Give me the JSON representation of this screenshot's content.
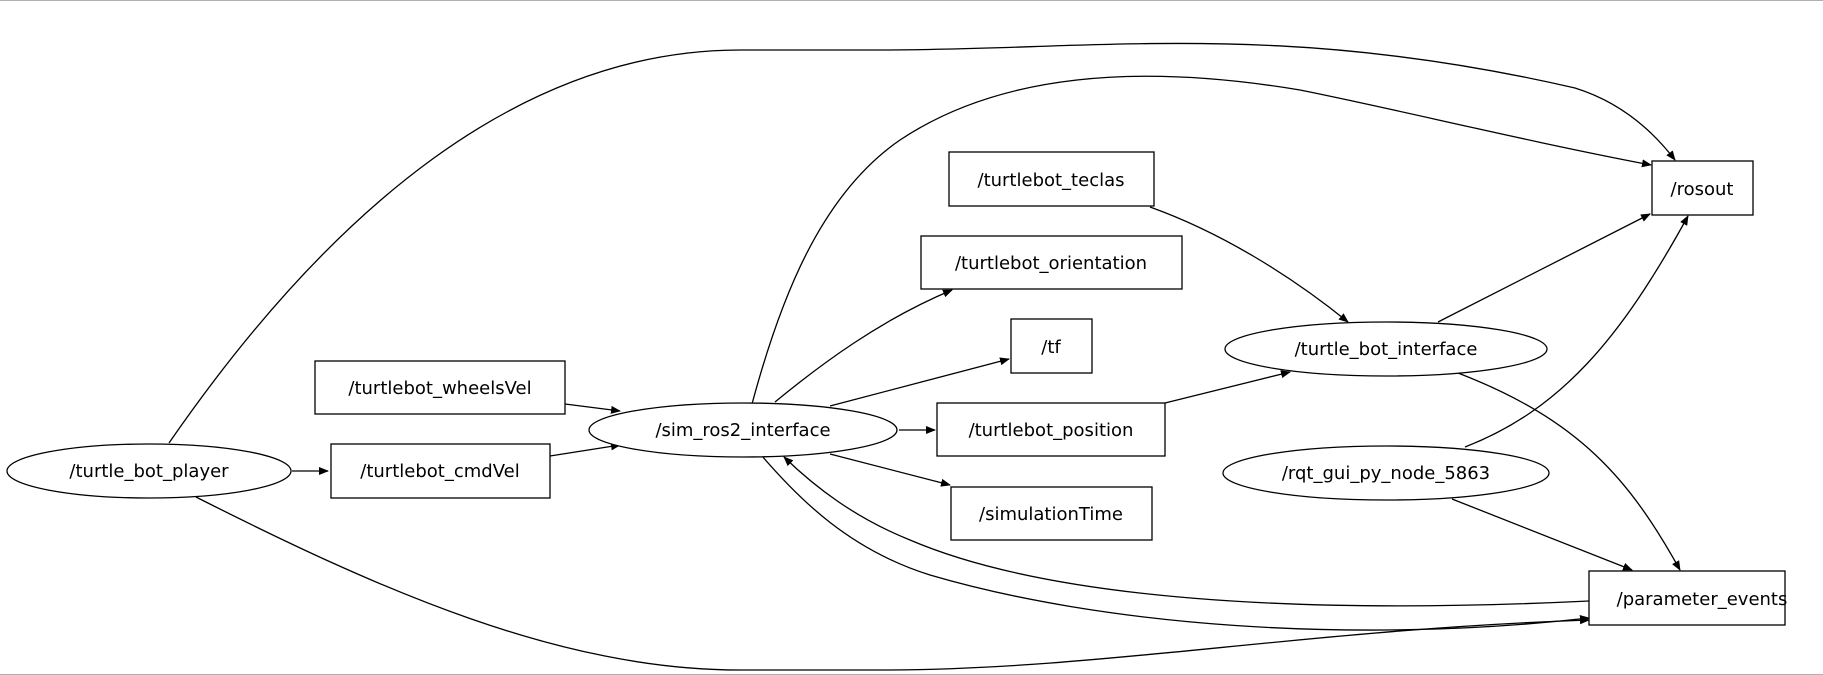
{
  "graph": {
    "nodes": [
      {
        "id": "turtle_bot_player",
        "label": "/turtle_bot_player",
        "kind": "node"
      },
      {
        "id": "turtlebot_wheelsVel",
        "label": "/turtlebot_wheelsVel",
        "kind": "topic"
      },
      {
        "id": "turtlebot_cmdVel",
        "label": "/turtlebot_cmdVel",
        "kind": "topic"
      },
      {
        "id": "sim_ros2_interface",
        "label": "/sim_ros2_interface",
        "kind": "node"
      },
      {
        "id": "turtlebot_teclas",
        "label": "/turtlebot_teclas",
        "kind": "topic"
      },
      {
        "id": "turtlebot_orientation",
        "label": "/turtlebot_orientation",
        "kind": "topic"
      },
      {
        "id": "tf",
        "label": "/tf",
        "kind": "topic"
      },
      {
        "id": "turtlebot_position",
        "label": "/turtlebot_position",
        "kind": "topic"
      },
      {
        "id": "simulationTime",
        "label": "/simulationTime",
        "kind": "topic"
      },
      {
        "id": "turtle_bot_interface",
        "label": "/turtle_bot_interface",
        "kind": "node"
      },
      {
        "id": "rqt_gui_py_node_5863",
        "label": "/rqt_gui_py_node_5863",
        "kind": "node"
      },
      {
        "id": "rosout",
        "label": "/rosout",
        "kind": "topic"
      },
      {
        "id": "parameter_events",
        "label": "/parameter_events",
        "kind": "topic"
      }
    ],
    "edges": [
      {
        "from": "turtle_bot_player",
        "to": "turtlebot_cmdVel"
      },
      {
        "from": "turtle_bot_player",
        "to": "rosout"
      },
      {
        "from": "turtle_bot_player",
        "to": "parameter_events"
      },
      {
        "from": "turtlebot_wheelsVel",
        "to": "sim_ros2_interface"
      },
      {
        "from": "turtlebot_cmdVel",
        "to": "sim_ros2_interface"
      },
      {
        "from": "sim_ros2_interface",
        "to": "turtlebot_orientation"
      },
      {
        "from": "sim_ros2_interface",
        "to": "tf"
      },
      {
        "from": "sim_ros2_interface",
        "to": "turtlebot_position"
      },
      {
        "from": "sim_ros2_interface",
        "to": "simulationTime"
      },
      {
        "from": "sim_ros2_interface",
        "to": "rosout"
      },
      {
        "from": "sim_ros2_interface",
        "to": "parameter_events"
      },
      {
        "from": "parameter_events",
        "to": "sim_ros2_interface"
      },
      {
        "from": "turtlebot_teclas",
        "to": "turtle_bot_interface"
      },
      {
        "from": "turtlebot_position",
        "to": "turtle_bot_interface"
      },
      {
        "from": "turtle_bot_interface",
        "to": "rosout"
      },
      {
        "from": "turtle_bot_interface",
        "to": "parameter_events"
      },
      {
        "from": "rqt_gui_py_node_5863",
        "to": "rosout"
      },
      {
        "from": "rqt_gui_py_node_5863",
        "to": "parameter_events"
      }
    ]
  }
}
